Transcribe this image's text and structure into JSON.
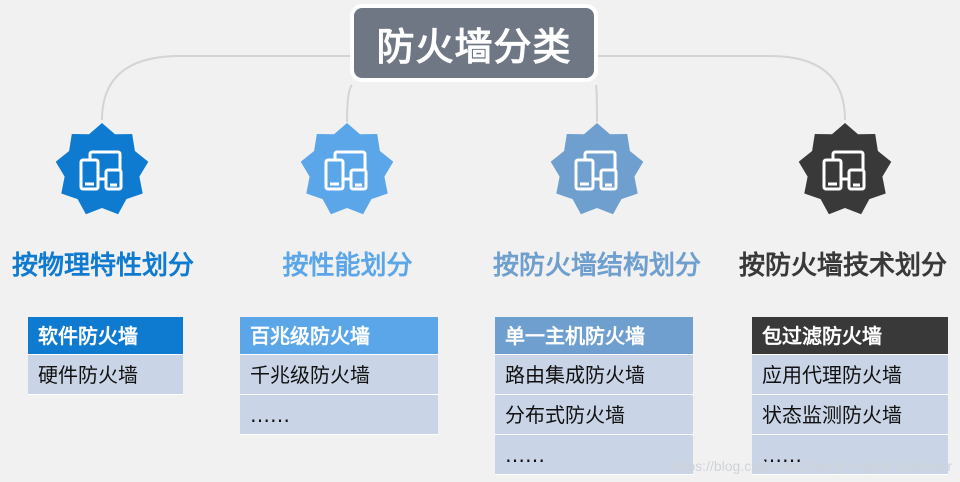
{
  "title": "防火墙分类",
  "colors": {
    "background": "#f1f1f1",
    "title_bg": "#6e7783",
    "title_text": "#ffffff",
    "connector": "#d4d4d4",
    "row_bg": "#c9d4e6"
  },
  "categories": [
    {
      "label": "按物理特性划分",
      "color": "#0f7bd0",
      "icon": "devices-icon",
      "items": [
        "软件防火墙",
        "硬件防火墙"
      ]
    },
    {
      "label": "按性能划分",
      "color": "#5ba6e8",
      "icon": "devices-icon",
      "items": [
        "百兆级防火墙",
        "千兆级防火墙",
        "……"
      ]
    },
    {
      "label": "按防火墙结构划分",
      "color": "#6f9fce",
      "icon": "devices-icon",
      "items": [
        "单一主机防火墙",
        "路由集成防火墙",
        "分布式防火墙",
        "……"
      ]
    },
    {
      "label": "按防火墙技术划分",
      "color": "#393939",
      "icon": "devices-icon",
      "items": [
        "包过滤防火墙",
        "应用代理防火墙",
        "状态监测防火墙",
        "……"
      ]
    }
  ],
  "watermark": "https://blog.csdn.net/ZhangPengFeiToWinner"
}
